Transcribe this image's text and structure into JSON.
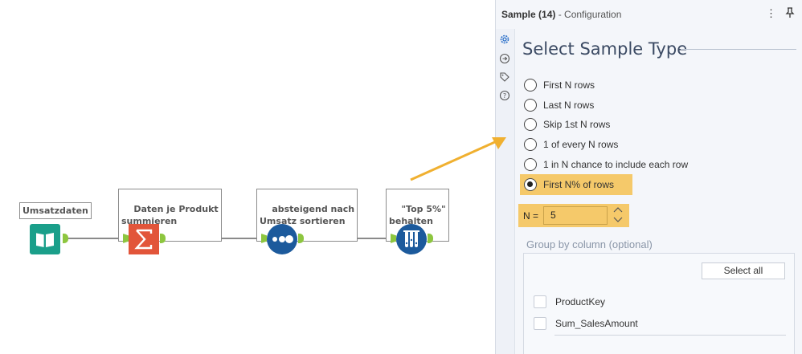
{
  "workflow": {
    "tools": [
      {
        "label": "Umsatzdaten",
        "icon": "input-data-book-icon",
        "color": "#1a9f8a"
      },
      {
        "label": "Daten je Produkt\nsummieren",
        "icon": "summarize-sigma-icon",
        "color": "#e2553a"
      },
      {
        "label": "absteigend nach\nUmsatz sortieren",
        "icon": "sort-dots-icon",
        "color": "#1c5a9c"
      },
      {
        "label": "\"Top 5%\"\nbehalten",
        "icon": "sample-tubes-icon",
        "color": "#1c5a9c"
      }
    ]
  },
  "panel": {
    "tool_name": "Sample (14)",
    "subtitle": " - Configuration",
    "section_title": "Select Sample Type",
    "options": [
      {
        "label": "First N rows",
        "selected": false
      },
      {
        "label": "Last N rows",
        "selected": false
      },
      {
        "label": "Skip 1st N rows",
        "selected": false
      },
      {
        "label": "1 of every N rows",
        "selected": false
      },
      {
        "label": "1 in N chance to include each row",
        "selected": false
      },
      {
        "label": "First N% of rows",
        "selected": true
      }
    ],
    "n_label": "N =",
    "n_value": "5",
    "group_title": "Group by column (optional)",
    "select_all": "Select all",
    "columns": [
      {
        "label": "ProductKey",
        "checked": false
      },
      {
        "label": "Sum_SalesAmount",
        "checked": false
      }
    ]
  },
  "colors": {
    "highlight": "#f5c96a",
    "arrow": "#f0b030",
    "anchor": "#8dc63f"
  }
}
